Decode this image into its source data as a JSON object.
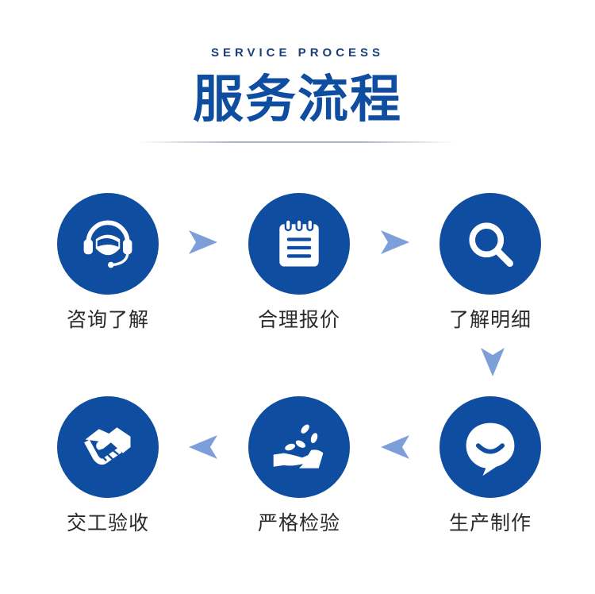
{
  "header": {
    "subtitle": "SERVICE PROCESS",
    "title": "服务流程"
  },
  "colors": {
    "primary": "#0f4da0",
    "arrow": "#7d9fd9",
    "label": "#2a2a2a"
  },
  "steps": [
    {
      "label": "咨询了解",
      "icon": "customer-service-headset-icon"
    },
    {
      "label": "合理报价",
      "icon": "notepad-icon"
    },
    {
      "label": "了解明细",
      "icon": "magnifier-icon"
    },
    {
      "label": "生产制作",
      "icon": "smile-chat-bubble-icon"
    },
    {
      "label": "严格检验",
      "icon": "hand-with-pills-icon"
    },
    {
      "label": "交工验收",
      "icon": "handshake-icon"
    }
  ]
}
